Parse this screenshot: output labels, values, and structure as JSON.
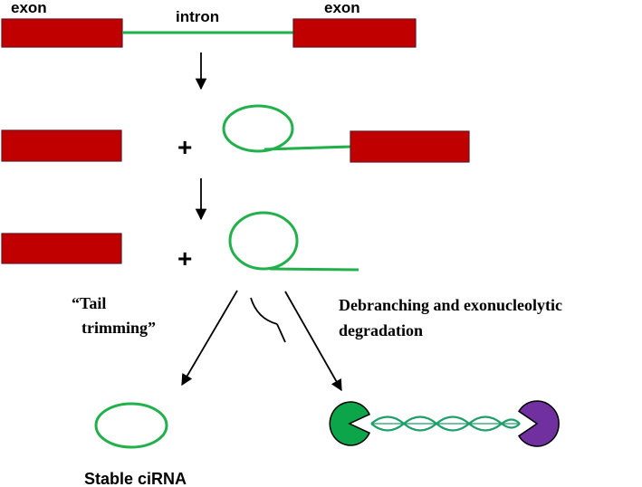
{
  "labels": {
    "exon_left": "exon",
    "intron": "intron",
    "exon_right": "exon",
    "plus_1": "+",
    "plus_2": "+",
    "tail_trimming_line1": "“Tail",
    "tail_trimming_line2": "trimming”",
    "debranching_line1": "Debranching and exonucleolytic",
    "debranching_line2": "degradation",
    "stable_cirna": "Stable ciRNA"
  },
  "colors": {
    "exon_fill": "#c00000",
    "rna_green": "#22b04b",
    "exonuclease_green": "#0ca54a",
    "exonuclease_purple": "#7030a0",
    "degradation_wave": "#1f9e6a"
  },
  "icons": {
    "exonuclease_left": "pacman-green-icon",
    "exonuclease_right": "pacman-purple-icon",
    "inhibition": "inhibition-icon"
  }
}
